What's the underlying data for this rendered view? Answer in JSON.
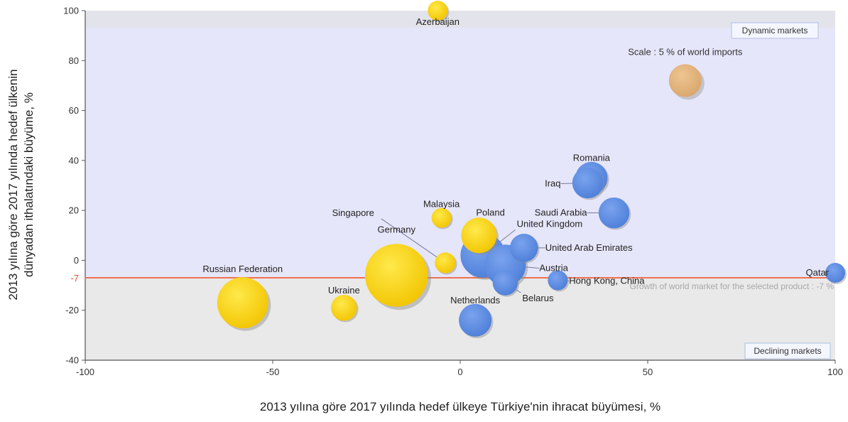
{
  "chart_data": {
    "type": "scatter",
    "subtype": "bubble",
    "xlabel": "2013 yılına göre 2017 yılında hedef ülkeye Türkiye'nin ihracat büyümesi, %",
    "ylabel_line1": "2013 yılına göre 2017 yılında hedef ülkenin",
    "ylabel_line2": "dünyadan ithalatındaki büyüme, %",
    "xlim": [
      -100,
      100
    ],
    "ylim": [
      -40,
      100
    ],
    "x_ticks": [
      -100,
      -50,
      0,
      50,
      100
    ],
    "x_tick_labels": [
      "-100",
      "-50",
      "0",
      "50",
      "100"
    ],
    "y_ticks": [
      -40,
      -20,
      0,
      20,
      40,
      60,
      80,
      100
    ],
    "y_tick_labels": [
      "-40",
      "-20",
      "0",
      "20",
      "40",
      "60",
      "80",
      "100"
    ],
    "reference_line": {
      "y": -7,
      "label": "-7",
      "color": "#f07050",
      "note": "Growth of world market for the selected product : -7 %"
    },
    "zones": {
      "top_label": "Dynamic markets",
      "bottom_label": "Declining markets",
      "top_color": "#e6e6fa",
      "bottom_color": "#e9e9e9",
      "top_band_color": "#e3e3ec"
    },
    "scale_legend": {
      "label": "Scale : 5 % of world imports",
      "x": 60,
      "y": 72,
      "color": "#e0b07a"
    },
    "colors": {
      "yellow": "#f8d000",
      "blue": "#5b8be0"
    },
    "points": [
      {
        "label": "Azerbaijan",
        "x": -6,
        "y": 100,
        "color": "yellow",
        "size": 1.0
      },
      {
        "label": "Romania",
        "x": 35,
        "y": 33,
        "color": "blue",
        "size": 2.6
      },
      {
        "label": "Iraq",
        "x": 34,
        "y": 31,
        "color": "blue",
        "size": 2.4
      },
      {
        "label": "Saudi Arabia",
        "x": 41,
        "y": 19,
        "color": "blue",
        "size": 2.4
      },
      {
        "label": "Malaysia",
        "x": -5,
        "y": 17,
        "color": "yellow",
        "size": 1.0
      },
      {
        "label": "Poland",
        "x": 5,
        "y": 10,
        "color": "yellow",
        "size": 3.2
      },
      {
        "label": "United Kingdom",
        "x": 6,
        "y": 2,
        "color": "blue",
        "size": 5.0
      },
      {
        "label": "United Arab Emirates",
        "x": 17,
        "y": 5,
        "color": "blue",
        "size": 2.0
      },
      {
        "label": "Singapore",
        "x": -4,
        "y": -1,
        "color": "yellow",
        "size": 1.1
      },
      {
        "label": "Austria",
        "x": 12,
        "y": -2,
        "color": "blue",
        "size": 4.3
      },
      {
        "label": "Germany",
        "x": -17,
        "y": -6,
        "color": "yellow",
        "size": 10.0
      },
      {
        "label": "Hong Kong, China",
        "x": 26,
        "y": -8,
        "color": "blue",
        "size": 1.0
      },
      {
        "label": "Qatar",
        "x": 100,
        "y": -5,
        "color": "blue",
        "size": 1.0
      },
      {
        "label": "Belarus",
        "x": 12,
        "y": -9,
        "color": "blue",
        "size": 1.6
      },
      {
        "label": "Russian Federation",
        "x": -58,
        "y": -17,
        "color": "yellow",
        "size": 6.6
      },
      {
        "label": "Ukraine",
        "x": -31,
        "y": -19,
        "color": "yellow",
        "size": 1.7
      },
      {
        "label": "Netherlands",
        "x": 4,
        "y": -24,
        "color": "blue",
        "size": 2.7
      }
    ]
  }
}
